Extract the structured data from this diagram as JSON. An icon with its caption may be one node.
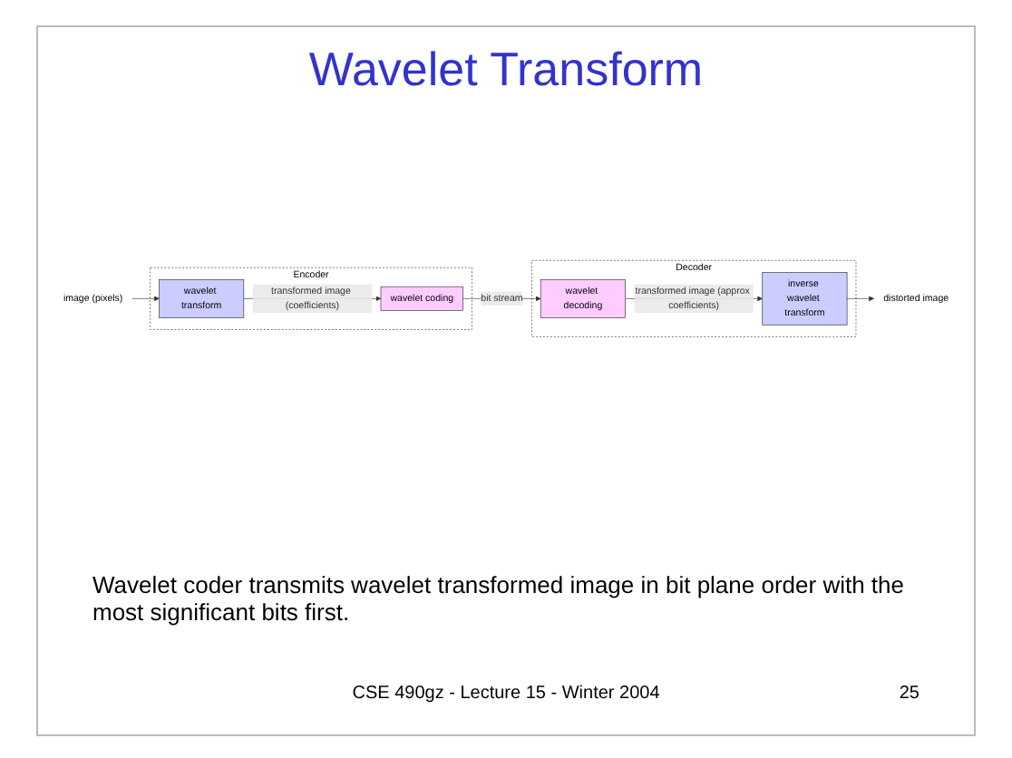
{
  "diagram": {
    "title": "Wavelet Transform",
    "nodes": [
      {
        "text": [
          "image (pixels)"
        ]
      },
      {
        "text": [
          "Encoder"
        ]
      },
      {
        "text": [
          "wavelet transform"
        ],
        "in": 1
      },
      {
        "text": [
          "wavelet coding"
        ],
        "in": 1
      },
      {
        "text": [
          "Decoder"
        ]
      },
      {
        "text": [
          "wavelet decoding"
        ],
        "in": 4
      },
      {
        "text": [
          "inverse wavelet transform"
        ],
        "in": 4
      },
      {
        "text": [
          "distorted image"
        ]
      }
    ],
    "edges": [
      {
        "from": 0,
        "to": 2,
        "arrow": "to"
      },
      {
        "from": 2,
        "to": 3,
        "arrow": "to",
        "label": "transformed image (coefficients)"
      },
      {
        "from": 3,
        "to": 5,
        "arrow": "to",
        "label": "bit stream"
      },
      {
        "from": 5,
        "to": 6,
        "arrow": "to",
        "label": "transformed image (approx coefficients)"
      },
      {
        "from": 6,
        "to": 7,
        "arrow": "to"
      }
    ],
    "labels": [
      "Wavelet coder transmits wavelet transformed image in bit plane order with the most significant bits first.",
      "CSE 490gz - Lecture 15 - Winter 2004",
      "25"
    ]
  }
}
